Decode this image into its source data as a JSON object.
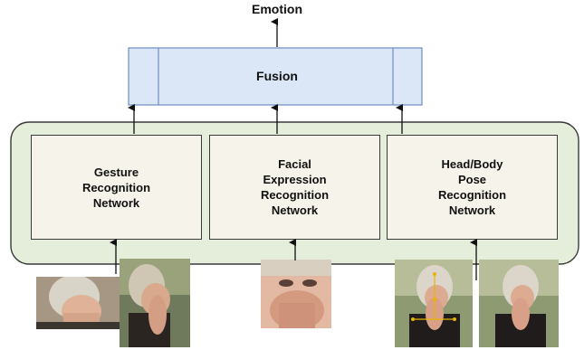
{
  "diagram": {
    "output_label": "Emotion",
    "fusion_label": "Fusion",
    "networks": [
      {
        "label": "Gesture\nRecognition\nNetwork"
      },
      {
        "label": "Facial\nExpression\nRecognition\nNetwork"
      },
      {
        "label": "Head/Body\nPose\nRecognition\nNetwork"
      }
    ],
    "colors": {
      "fusion_fill": "#dbe7f7",
      "fusion_border": "#6c8ebf",
      "group_fill": "#e4eedb",
      "group_border": "#3a3a3a",
      "network_fill": "#f6f4ea",
      "arrow": "#111111"
    }
  }
}
